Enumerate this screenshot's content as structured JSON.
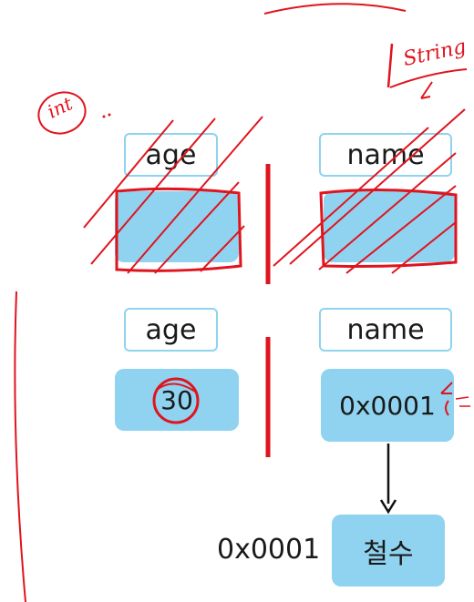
{
  "top_row": {
    "left_label": "age",
    "right_label": "name"
  },
  "bottom_row": {
    "left_label": "age",
    "right_label": "name",
    "left_value": "30",
    "right_value": "0x0001"
  },
  "heap": {
    "address": "0x0001",
    "value": "철수"
  },
  "annotations": {
    "int_note": "int",
    "string_note": "String"
  },
  "colors": {
    "box_fill": "#8fd3f0",
    "box_border": "#8fd3f0",
    "marker_red": "#e0141e",
    "arrow": "#111111"
  }
}
